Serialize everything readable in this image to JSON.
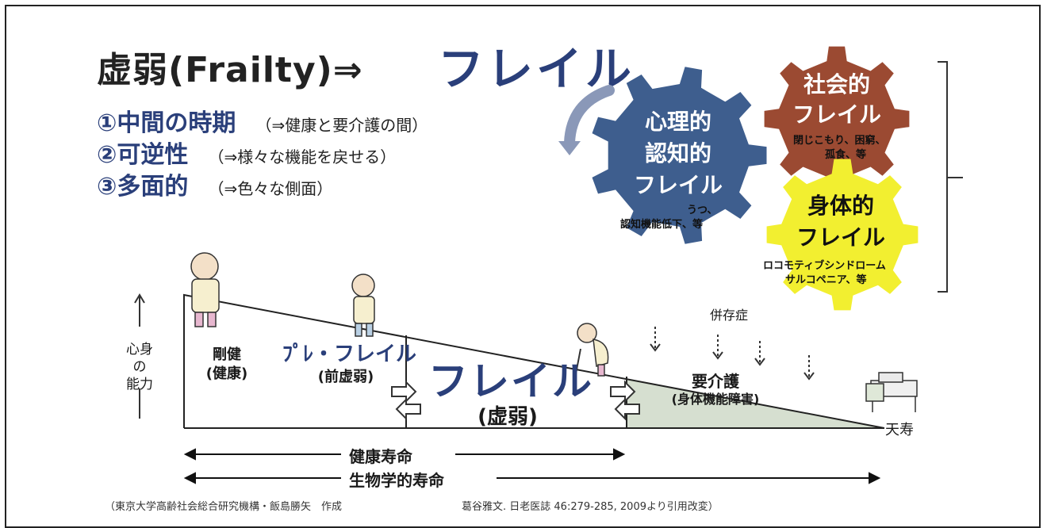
{
  "title": {
    "prefix": "虚弱(Frailty)⇒",
    "main": "フレイル"
  },
  "points": [
    {
      "label": "①中間の時期",
      "note": "（⇒健康と要介護の間）"
    },
    {
      "label": "②可逆性",
      "note": "（⇒様々な機能を戻せる）"
    },
    {
      "label": "③多面的",
      "note": "（⇒色々な側面）"
    }
  ],
  "gears": {
    "psych": {
      "line1": "心理的",
      "line2": "認知的",
      "line3": "フレイル",
      "note1": "うつ、",
      "note2": "認知機能低下、等",
      "color": "#3e5e8e"
    },
    "social": {
      "line1": "社会的",
      "line2": "フレイル",
      "note1": "閉じこもり、困窮、",
      "note2": "孤食、等",
      "color": "#9b4a32"
    },
    "physical": {
      "line1": "身体的",
      "line2": "フレイル",
      "note1": "ロコモティブシンドローム",
      "note2": "サルコペニア、等",
      "color": "#f2ef30"
    }
  },
  "axis_y": {
    "line1": "心身",
    "line2": "の",
    "line3": "能力"
  },
  "stages": {
    "robust": {
      "line1": "剛健",
      "line2": "(健康)"
    },
    "prefrail": {
      "line1": "ﾌﾟﾚ・フレイル",
      "line2": "(前虚弱)"
    },
    "frail": {
      "line1": "フレイル",
      "line2": "(虚弱)"
    },
    "care": {
      "line1": "要介護",
      "line2": "(身体機能障害)"
    },
    "comorbidity": "併存症",
    "end": "天寿"
  },
  "lifespans": {
    "healthy": "健康寿命",
    "biological": "生物学的寿命"
  },
  "footer": {
    "source": "（東京大学高齢社会総合研究機構・飯島勝矢　作成",
    "citation": "葛谷雅文. 日老医誌 46:279-285, 2009より引用改変）"
  }
}
